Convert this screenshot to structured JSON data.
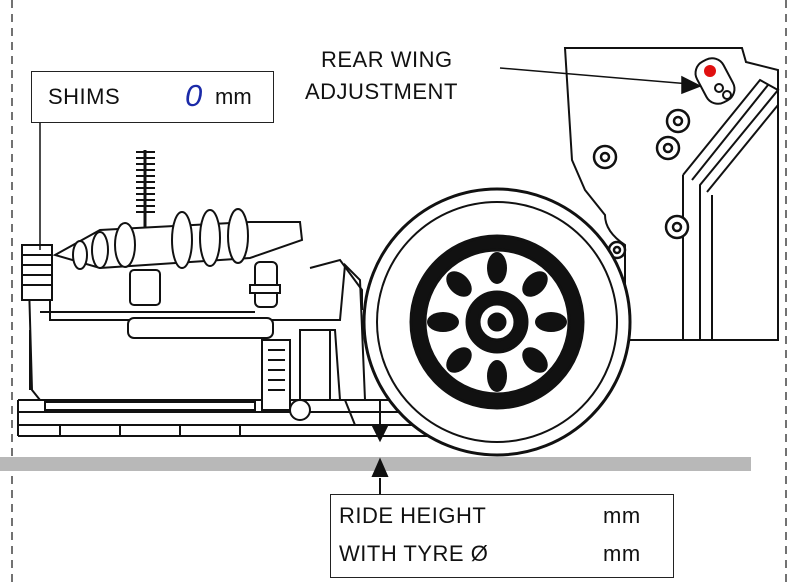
{
  "shims": {
    "label": "SHIMS",
    "value": "0",
    "unit": "mm"
  },
  "rear_wing": {
    "line1": "REAR WING",
    "line2": "ADJUSTMENT"
  },
  "ride_height": {
    "label": "RIDE HEIGHT",
    "unit": "mm"
  },
  "tyre": {
    "label": "WITH TYRE Ø",
    "unit": "mm"
  },
  "colors": {
    "ink": "#111111",
    "ground": "#b8b8b8",
    "value_blue": "#1b2aa8",
    "adjust_dot": "#e01010"
  }
}
